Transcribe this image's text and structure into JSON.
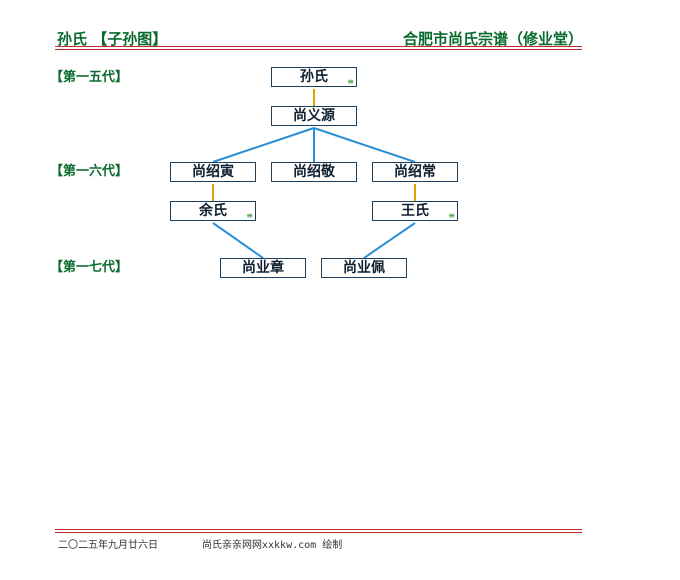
{
  "header": {
    "left": "孙氏 【子孙图】",
    "right": "合肥市尚氏宗谱（修业堂）"
  },
  "generations": [
    "【第一五代】",
    "【第一六代】",
    "【第一七代】"
  ],
  "nodes": {
    "sun": "孙氏",
    "yiyuan": "尚义源",
    "shaoyin": "尚绍寅",
    "shaojing": "尚绍敬",
    "shaochang": "尚绍常",
    "yu": "余氏",
    "wang": "王氏",
    "yezhang": "尚业章",
    "yepei": "尚业佩"
  },
  "spouse_mark": "≡",
  "footer": {
    "date": "二〇二五年九月廿六日",
    "credit": "尚氏亲亲网网xxkkw.com 绘制"
  },
  "colors": {
    "accent_green": "#0a6b2e",
    "rule_red": "#c0282a",
    "line_blue": "#2a8fd6",
    "line_gold": "#e0a100"
  }
}
